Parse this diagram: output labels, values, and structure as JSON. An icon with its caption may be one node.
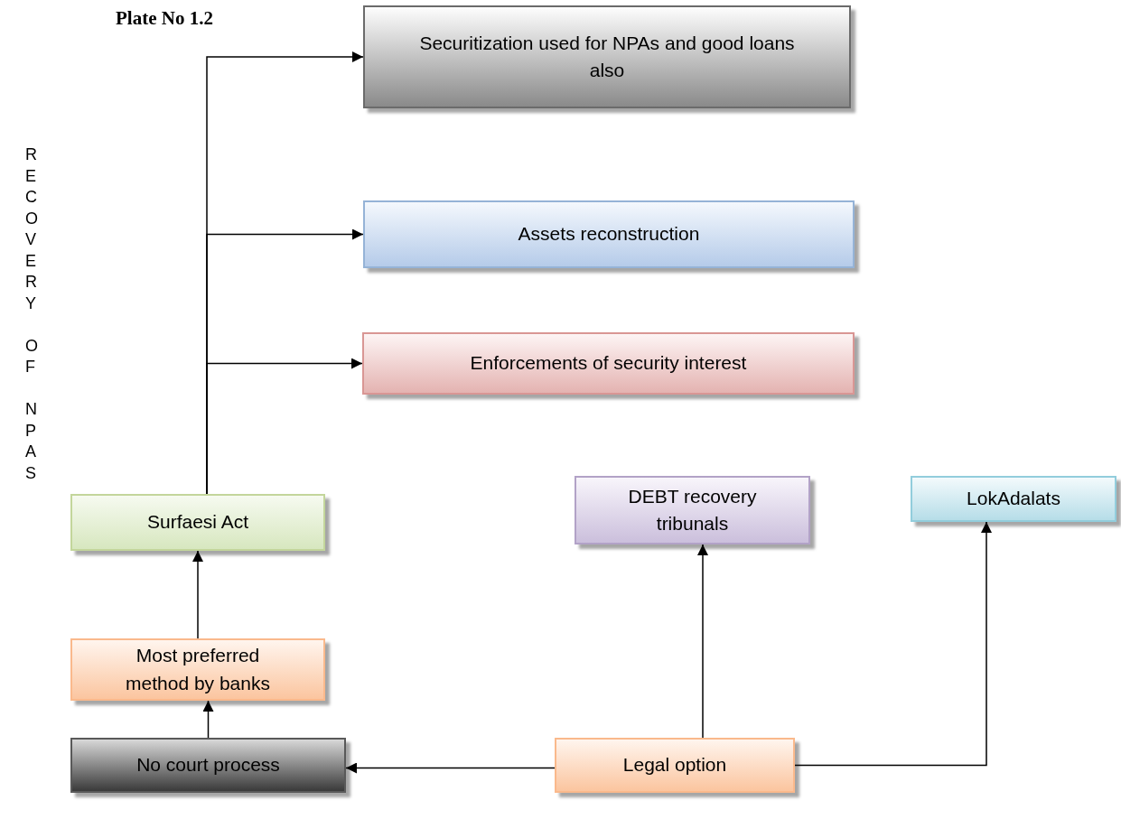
{
  "diagram": {
    "title": "Plate No 1.2",
    "nodes": [
      {
        "text": [
          "Securitization used for NPAs and good loans also"
        ]
      },
      {
        "text": [
          "Assets reconstruction"
        ]
      },
      {
        "text": [
          "Enforcements of security interest"
        ]
      },
      {
        "text": [
          "DEBT recovery tribunals"
        ]
      },
      {
        "text": [
          "LokAdalats"
        ]
      },
      {
        "text": [
          "Surfaesi Act"
        ]
      },
      {
        "text": [
          "Most preferred method by banks"
        ]
      },
      {
        "text": [
          "No court process"
        ]
      },
      {
        "text": [
          "Legal option"
        ]
      }
    ],
    "edges": [
      {
        "from": 5,
        "to": 0,
        "arrow": "to"
      },
      {
        "from": 5,
        "to": 1,
        "arrow": "to"
      },
      {
        "from": 5,
        "to": 2,
        "arrow": "to"
      },
      {
        "from": 8,
        "to": 3,
        "arrow": "to"
      },
      {
        "from": 8,
        "to": 4,
        "arrow": "to"
      },
      {
        "from": 8,
        "to": 7,
        "arrow": "to"
      },
      {
        "from": 7,
        "to": 6,
        "arrow": "to"
      },
      {
        "from": 6,
        "to": 5,
        "arrow": "to"
      }
    ],
    "labels": [
      "RECOVERY OF NPAS"
    ]
  }
}
